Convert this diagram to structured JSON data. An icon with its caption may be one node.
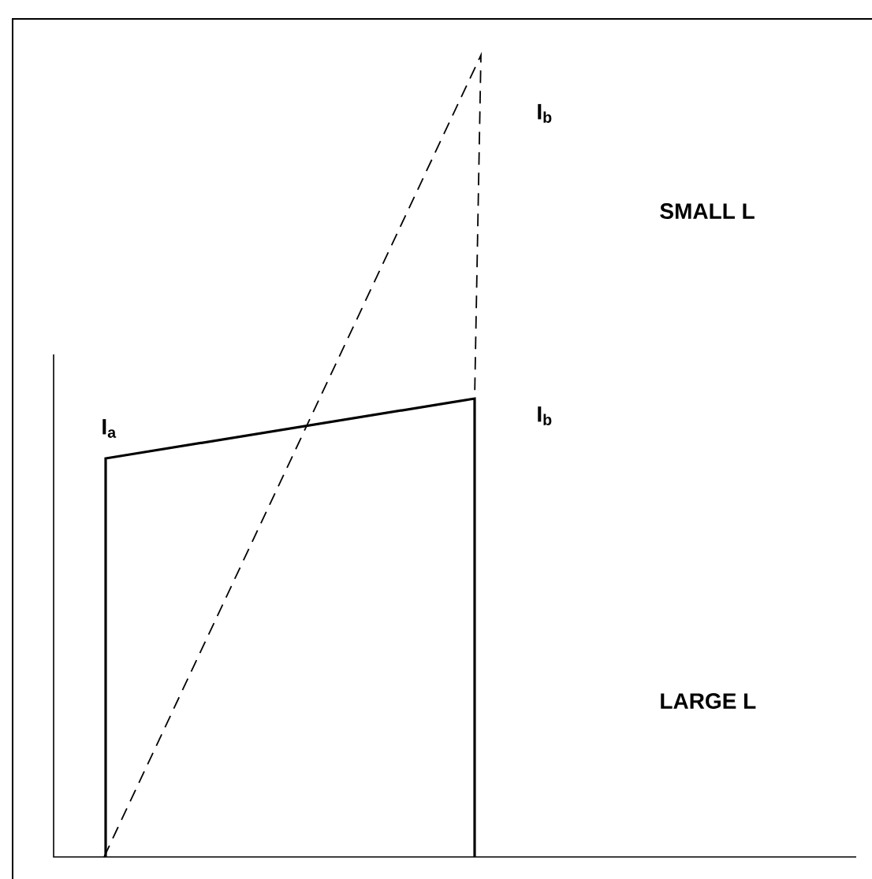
{
  "diagram": {
    "labels": [
      "I$_{b}$",
      "SMALL L",
      "I$_{a}$",
      "I$_{b}$",
      "LARGE L"
    ]
  }
}
